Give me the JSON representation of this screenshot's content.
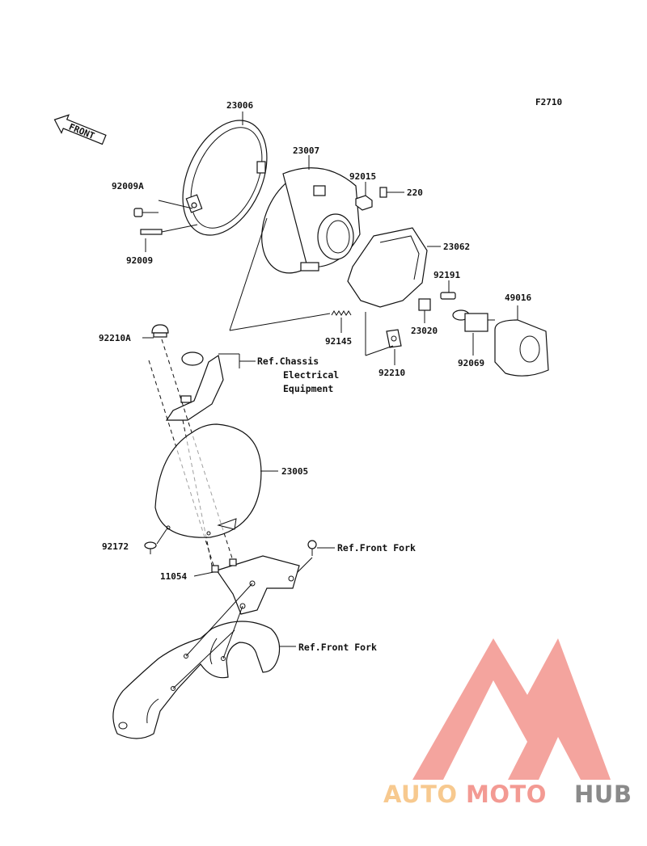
{
  "figure_code": "F2710",
  "front_label": "FRONT",
  "parts": {
    "p23006": "23006",
    "p23007": "23007",
    "p92015": "92015",
    "p220": "220",
    "p92009A": "92009A",
    "p92009": "92009",
    "p23062": "23062",
    "p92191": "92191",
    "p49016": "49016",
    "p92210A": "92210A",
    "p92145": "92145",
    "p23020": "23020",
    "p92210": "92210",
    "p92069": "92069",
    "p23005": "23005",
    "p92172": "92172",
    "p11054": "11054"
  },
  "refs": {
    "chassis_1": "Ref.Chassis",
    "chassis_2": "Electrical",
    "chassis_3": "Equipment",
    "front_fork_1": "Ref.Front Fork",
    "front_fork_2": "Ref.Front Fork"
  },
  "watermark": {
    "word_1": "AUTO",
    "word_2": "MOTO",
    "word_3": "HUB",
    "colors": {
      "auto": "#f7c98f",
      "moto": "#f39a93",
      "hub": "#8a8a8a",
      "triangle": "#f39a93"
    }
  }
}
